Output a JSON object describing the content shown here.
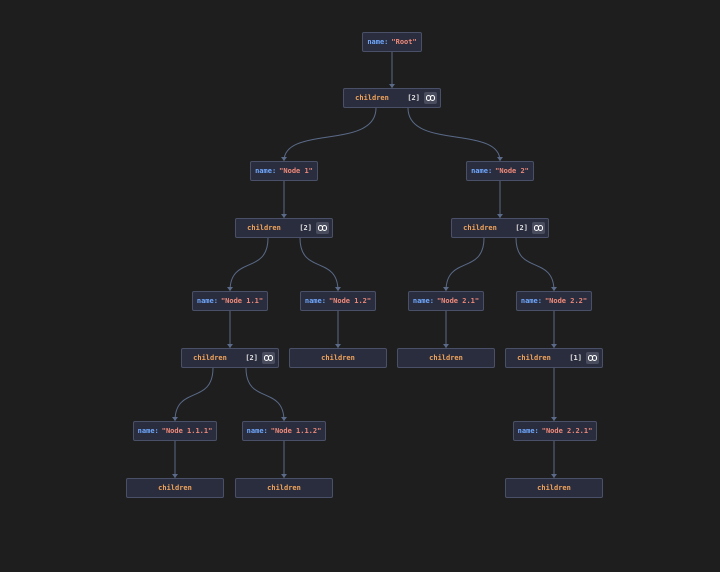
{
  "diagram": {
    "colors": {
      "background": "#1e1e1e",
      "node_fill": "#2a2d3e",
      "node_border": "#4a5068",
      "key": "#6fa8ff",
      "string": "#f08a7a",
      "array_label": "#f0a35a",
      "edge": "#5a6a88"
    },
    "root": {
      "key": "name:",
      "value": "\"Root\""
    },
    "root_children": {
      "label": "children",
      "count": "[2]",
      "icon": "link-icon"
    },
    "node1": {
      "key": "name:",
      "value": "\"Node 1\""
    },
    "node1_children": {
      "label": "children",
      "count": "[2]",
      "icon": "link-icon"
    },
    "node2": {
      "key": "name:",
      "value": "\"Node 2\""
    },
    "node2_children": {
      "label": "children",
      "count": "[2]",
      "icon": "link-icon"
    },
    "node11": {
      "key": "name:",
      "value": "\"Node 1.1\""
    },
    "node11_children": {
      "label": "children",
      "count": "[2]",
      "icon": "link-icon"
    },
    "node12": {
      "key": "name:",
      "value": "\"Node 1.2\""
    },
    "node12_children": {
      "label": "children"
    },
    "node21": {
      "key": "name:",
      "value": "\"Node 2.1\""
    },
    "node21_children": {
      "label": "children"
    },
    "node22": {
      "key": "name:",
      "value": "\"Node 2.2\""
    },
    "node22_children": {
      "label": "children",
      "count": "[1]",
      "icon": "link-icon"
    },
    "node111": {
      "key": "name:",
      "value": "\"Node 1.1.1\""
    },
    "node111_children": {
      "label": "children"
    },
    "node112": {
      "key": "name:",
      "value": "\"Node 1.1.2\""
    },
    "node112_children": {
      "label": "children"
    },
    "node221": {
      "key": "name:",
      "value": "\"Node 2.2.1\""
    },
    "node221_children": {
      "label": "children"
    }
  }
}
